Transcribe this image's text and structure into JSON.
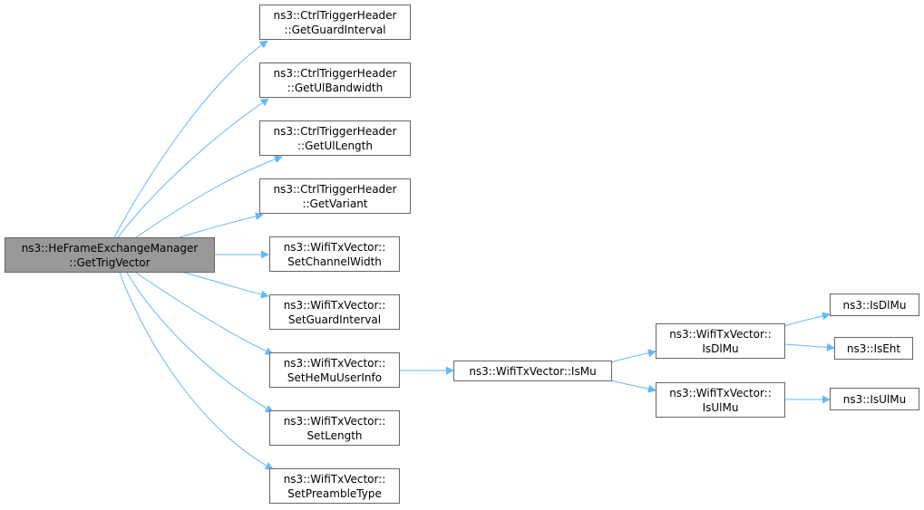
{
  "colors": {
    "edge": "#63b8ff",
    "root_fill": "#999999",
    "node_border": "#666666",
    "node_fill": "#ffffff"
  },
  "root": {
    "line1": "ns3::HeFrameExchangeManager",
    "line2": "::GetTrigVector"
  },
  "callees": [
    {
      "id": "get-guard-interval",
      "line1": "ns3::CtrlTriggerHeader",
      "line2": "::GetGuardInterval"
    },
    {
      "id": "get-ul-bandwidth",
      "line1": "ns3::CtrlTriggerHeader",
      "line2": "::GetUlBandwidth"
    },
    {
      "id": "get-ul-length",
      "line1": "ns3::CtrlTriggerHeader",
      "line2": "::GetUlLength"
    },
    {
      "id": "get-variant",
      "line1": "ns3::CtrlTriggerHeader",
      "line2": "::GetVariant"
    },
    {
      "id": "set-channel-width",
      "line1": "ns3::WifiTxVector::",
      "line2": "SetChannelWidth"
    },
    {
      "id": "set-guard-interval",
      "line1": "ns3::WifiTxVector::",
      "line2": "SetGuardInterval"
    },
    {
      "id": "set-he-mu-user-info",
      "line1": "ns3::WifiTxVector::",
      "line2": "SetHeMuUserInfo"
    },
    {
      "id": "set-length",
      "line1": "ns3::WifiTxVector::",
      "line2": "SetLength"
    },
    {
      "id": "set-preamble-type",
      "line1": "ns3::WifiTxVector::",
      "line2": "SetPreambleType"
    }
  ],
  "is_mu": {
    "label": "ns3::WifiTxVector::IsMu"
  },
  "is_dl_mu_member": {
    "line1": "ns3::WifiTxVector::",
    "line2": "IsDlMu"
  },
  "is_ul_mu_member": {
    "line1": "ns3::WifiTxVector::",
    "line2": "IsUlMu"
  },
  "leaves": {
    "is_dl_mu": "ns3::IsDlMu",
    "is_eht": "ns3::IsEht",
    "is_ul_mu": "ns3::IsUlMu"
  }
}
